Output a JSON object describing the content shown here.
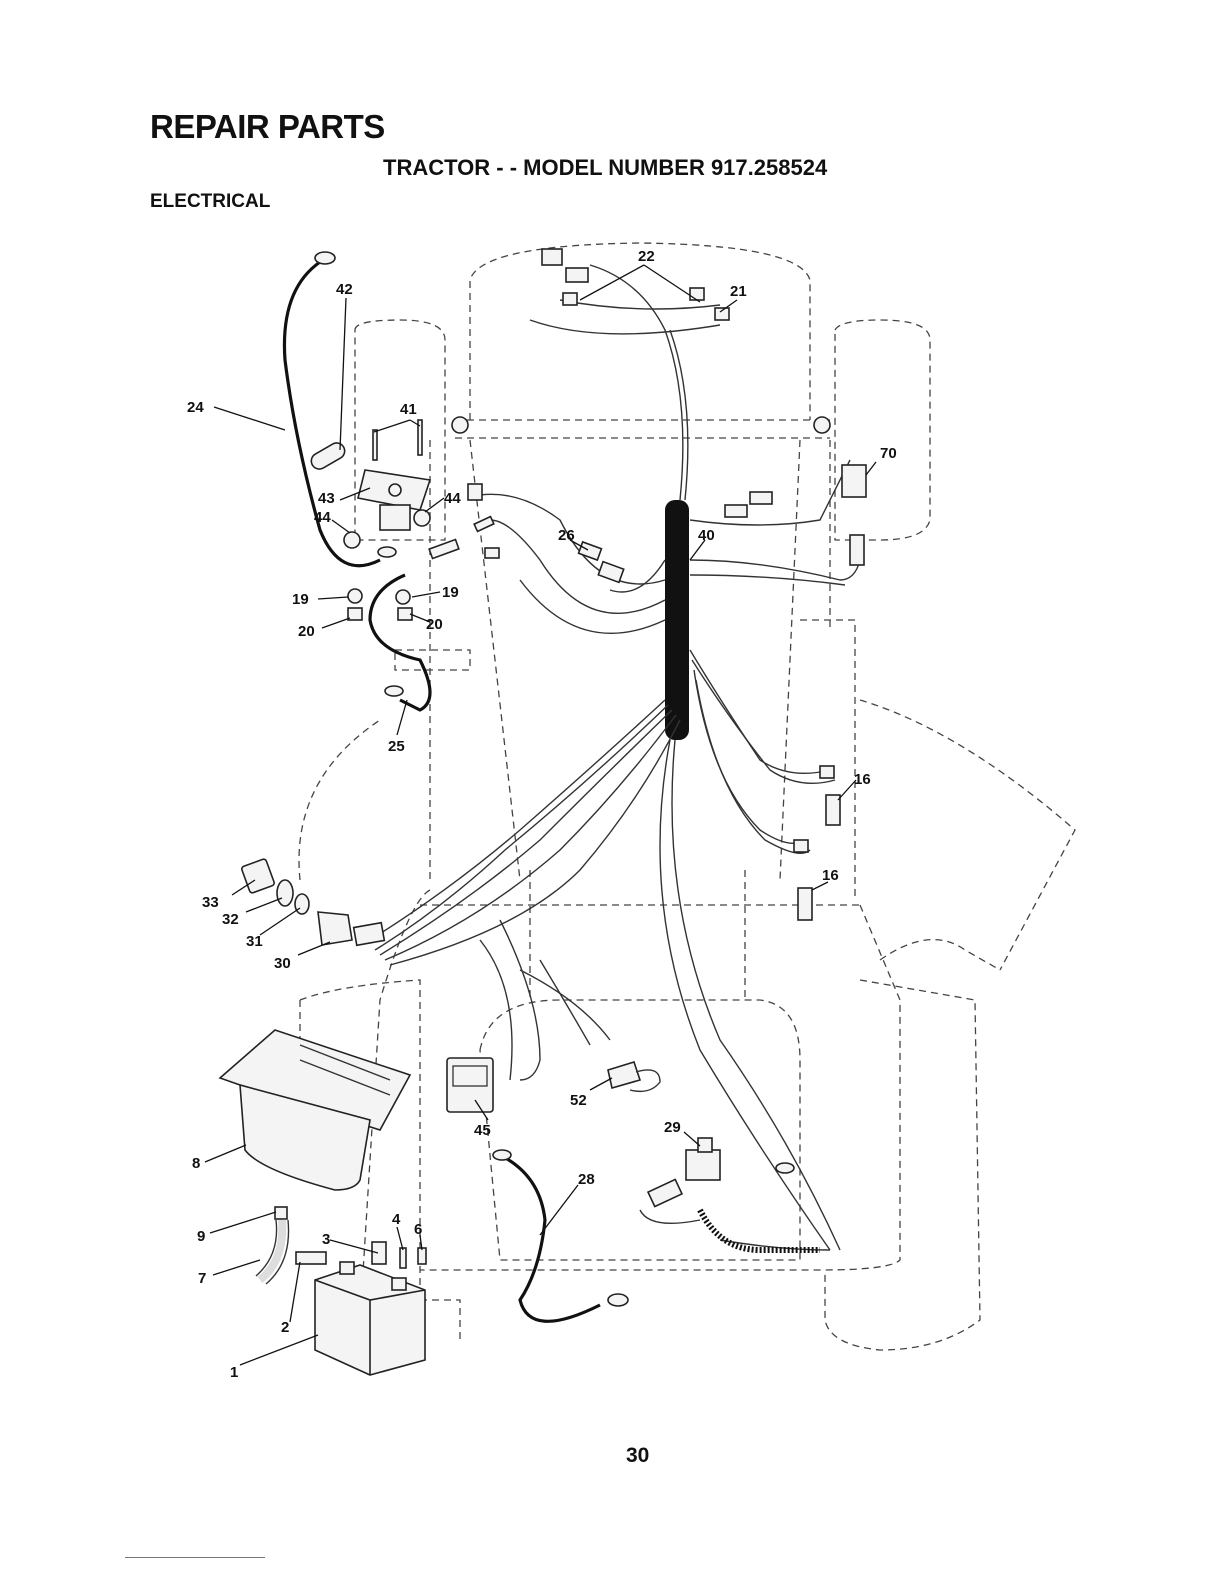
{
  "header": {
    "title": "REPAIR PARTS",
    "subtitle": "TRACTOR - - MODEL NUMBER 917.258524",
    "section": "ELECTRICAL"
  },
  "page_number": "30",
  "callouts": [
    "1",
    "2",
    "3",
    "4",
    "6",
    "7",
    "8",
    "9",
    "16",
    "16",
    "19",
    "19",
    "20",
    "20",
    "21",
    "22",
    "24",
    "25",
    "26",
    "28",
    "29",
    "30",
    "31",
    "32",
    "33",
    "40",
    "41",
    "42",
    "43",
    "44",
    "44",
    "45",
    "52",
    "70"
  ]
}
